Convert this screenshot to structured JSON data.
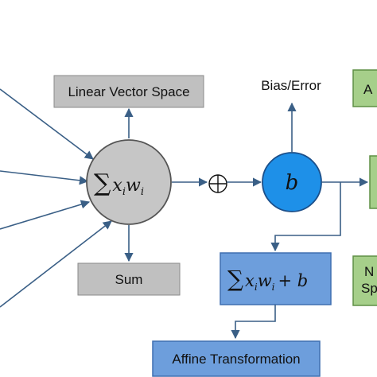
{
  "nodes": {
    "linear_vector_space": "Linear Vector Space",
    "bias_error": "Bias/Error",
    "sum": "Sum",
    "affine_transformation": "Affine Transformation",
    "weighted_sum": {
      "sigma": "∑",
      "x": "x",
      "i1": "i",
      "w": "w",
      "i2": "i"
    },
    "bias_symbol": "b",
    "affine_sum": {
      "sigma": "∑",
      "x": "x",
      "i1": "i",
      "w": "w",
      "i2": "i",
      "plus_b": "+ b"
    },
    "plus_operator": "⊕",
    "right_box_top": "A",
    "right_box_bottom_line1": "N",
    "right_box_bottom_line2": "Sp"
  },
  "colors": {
    "gray_box": "#c0c0c0",
    "gray_circle": "#c6c6c6",
    "blue_circle": "#1e90e8",
    "blue_box": "#6d9edc",
    "blue_box_border": "#3f6fb0",
    "green_box": "#a6cf8a",
    "green_box_border": "#5f8f45",
    "line": "#3a5f86"
  }
}
